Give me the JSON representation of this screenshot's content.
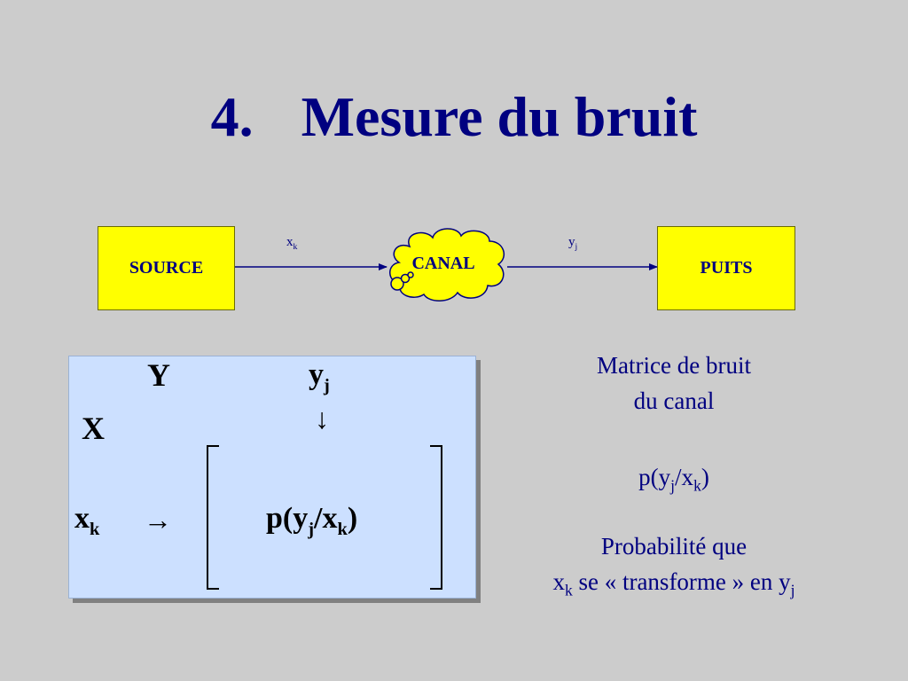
{
  "title": {
    "number": "4.",
    "text": "Mesure du bruit"
  },
  "diagram": {
    "source_label": "SOURCE",
    "channel_label": "CANAL",
    "sink_label": "PUITS",
    "input_symbol": "x",
    "input_sub": "k",
    "output_symbol": "y",
    "output_sub": "j"
  },
  "matrix": {
    "col_header": "Y",
    "col_symbol": "y",
    "col_sub": "j",
    "col_arrow": "↓",
    "row_header": "X",
    "row_symbol": "x",
    "row_sub": "k",
    "row_arrow": "→",
    "entry_prefix": "p(y",
    "entry_sub1": "j",
    "entry_mid": "/x",
    "entry_sub2": "k",
    "entry_suffix": ")"
  },
  "side": {
    "heading_line1": "Matrice de bruit",
    "heading_line2": "du canal",
    "formula_prefix": "p(y",
    "formula_sub1": "j",
    "formula_mid": "/x",
    "formula_sub2": "k",
    "formula_suffix": ")",
    "desc_line1": "Probabilité que",
    "desc_x": "x",
    "desc_x_sub": "k",
    "desc_middle": " se « transforme » en y",
    "desc_y_sub": "j"
  },
  "colors": {
    "title": "#000080",
    "box_fill": "#ffff00",
    "panel_fill": "#cce0ff",
    "background": "#cccccc"
  }
}
